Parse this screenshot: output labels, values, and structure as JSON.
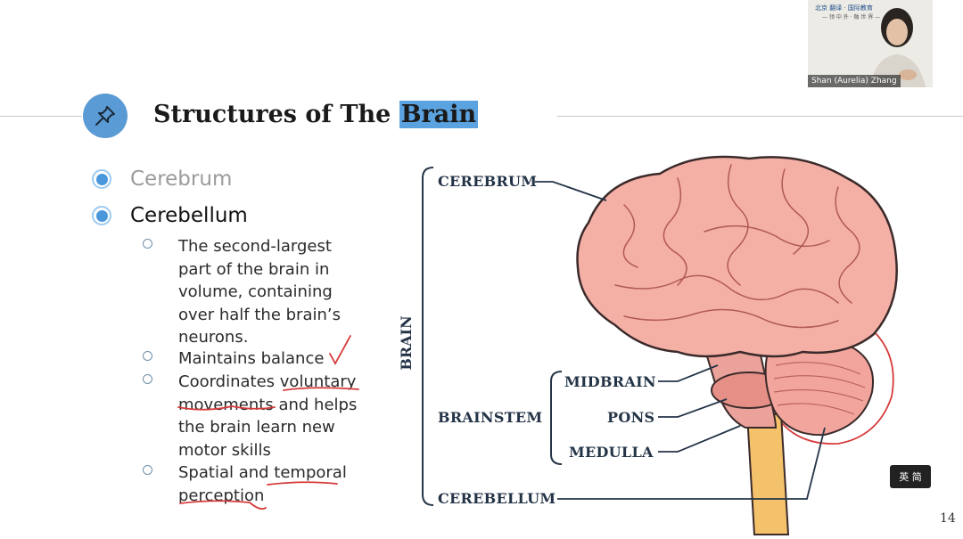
{
  "slide": {
    "title_prefix": "Structures of The ",
    "title_highlight": "Brain",
    "page_number": "14"
  },
  "bullets": [
    {
      "label": "Cerebrum",
      "color": "#9b9b9b"
    },
    {
      "label": "Cerebellum",
      "color": "#111111"
    }
  ],
  "subbullets": [
    {
      "lines": [
        "The second-largest",
        "part of the brain in",
        "volume, containing",
        "over half the brain’s",
        "neurons."
      ]
    },
    {
      "lines": [
        "Maintains balance"
      ]
    },
    {
      "lines": [
        "Coordinates voluntary",
        "movements and helps",
        "the brain learn new",
        "motor skills"
      ]
    },
    {
      "lines": [
        "Spatial and temporal",
        "perception"
      ]
    }
  ],
  "diagram": {
    "cerebrum": "CEREBRUM",
    "brain": "BRAIN",
    "midbrain": "MIDBRAIN",
    "brainstem": "BRAINSTEM",
    "pons": "PONS",
    "medulla": "MEDULLA",
    "cerebellum": "CEREBELLUM"
  },
  "webcam": {
    "presenter_name": "Shan (Aurelia) Zhang",
    "logo_text": "北京 翻译 · 国际教育",
    "logo_sub": "— 领 中 外 · 融 世 界 —"
  },
  "translate_button": {
    "label": "英 简"
  },
  "colors": {
    "accent": "#5b9bd5",
    "highlight": "#5aa3e0",
    "annotation": "#d63a3a"
  }
}
